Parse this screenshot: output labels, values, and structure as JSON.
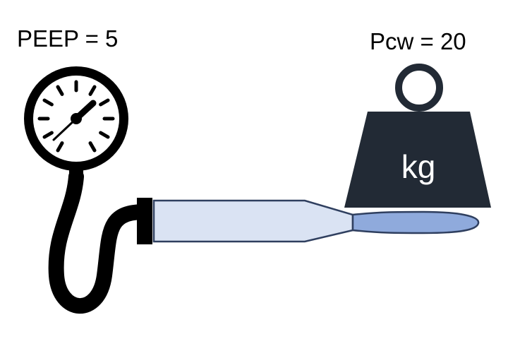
{
  "labels": {
    "peep": "PEEP = 5",
    "pcw": "Pcw = 20"
  },
  "weight": {
    "unit": "kg"
  },
  "icons": {
    "gauge": "pressure-gauge-icon",
    "weight": "kettlebell-weight-icon",
    "hose": "gauge-hose",
    "tube": "endotracheal-tube",
    "balloon": "lung-balloon"
  },
  "colors": {
    "gauge_ring": "#000000",
    "hose": "#000000",
    "tube_fill": "#dae3f3",
    "tube_stroke": "#2f3f5f",
    "balloon_fill": "#8faadc",
    "weight_fill": "#222a35",
    "weight_text": "#ffffff"
  }
}
